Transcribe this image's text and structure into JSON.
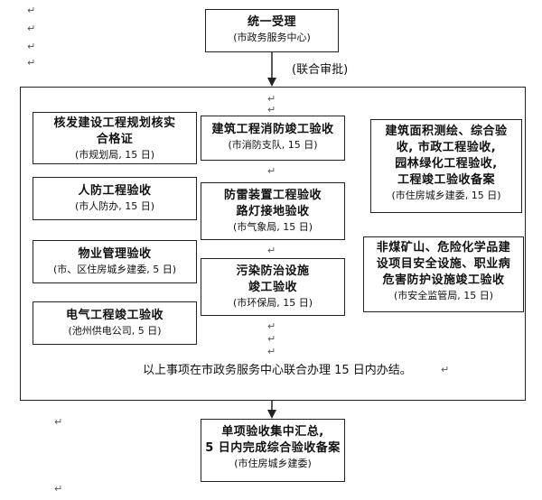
{
  "top": {
    "title": "统一受理",
    "dept": "(市政务服务中心)"
  },
  "link_label": "(联合审批)",
  "boxes": {
    "plan": {
      "title_l1": "核发建设工程规划核实",
      "title_l2": "合格证",
      "dept": "(市规划局, 15 日)"
    },
    "civil": {
      "title": "人防工程验收",
      "dept": "(市人防办, 15 日)"
    },
    "property": {
      "title": "物业管理验收",
      "dept": "(市、区住房城乡建委, 5 日)"
    },
    "electric": {
      "title": "电气工程竣工验收",
      "dept": "(池州供电公司, 5 日)"
    },
    "fire": {
      "title": "建筑工程消防竣工验收",
      "dept": "(市消防支队, 15 日)"
    },
    "lightning": {
      "title_l1": "防雷装置工程验收",
      "title_l2": "路灯接地验收",
      "dept": "(市气象局, 15 日)"
    },
    "pollution": {
      "title_l1": "污染防治设施",
      "title_l2": "竣工验收",
      "dept": "(市环保局, 15 日)"
    },
    "survey": {
      "title_l1": "建筑面积测绘、综合验",
      "title_l2": "收, 市政工程验收,",
      "title_l3": "园林绿化工程验收,",
      "title_l4": "工程竣工验收备案",
      "dept": "(市住房城乡建委, 15 日)"
    },
    "safety": {
      "title_l1": "非煤矿山、危险化学品建",
      "title_l2": "设项目安全设施、职业病",
      "title_l3": "危害防护设施竣工验收",
      "dept": "(市安全监管局, 15 日)"
    }
  },
  "note": "以上事项在市政务服务中心联合办理 15 日内办结。",
  "bottom": {
    "title_l1": "单项验收集中汇总,",
    "title_l2": "5 日内完成综合验收备案",
    "dept": "(市住房城乡建委)"
  },
  "edit_mark": "↵"
}
